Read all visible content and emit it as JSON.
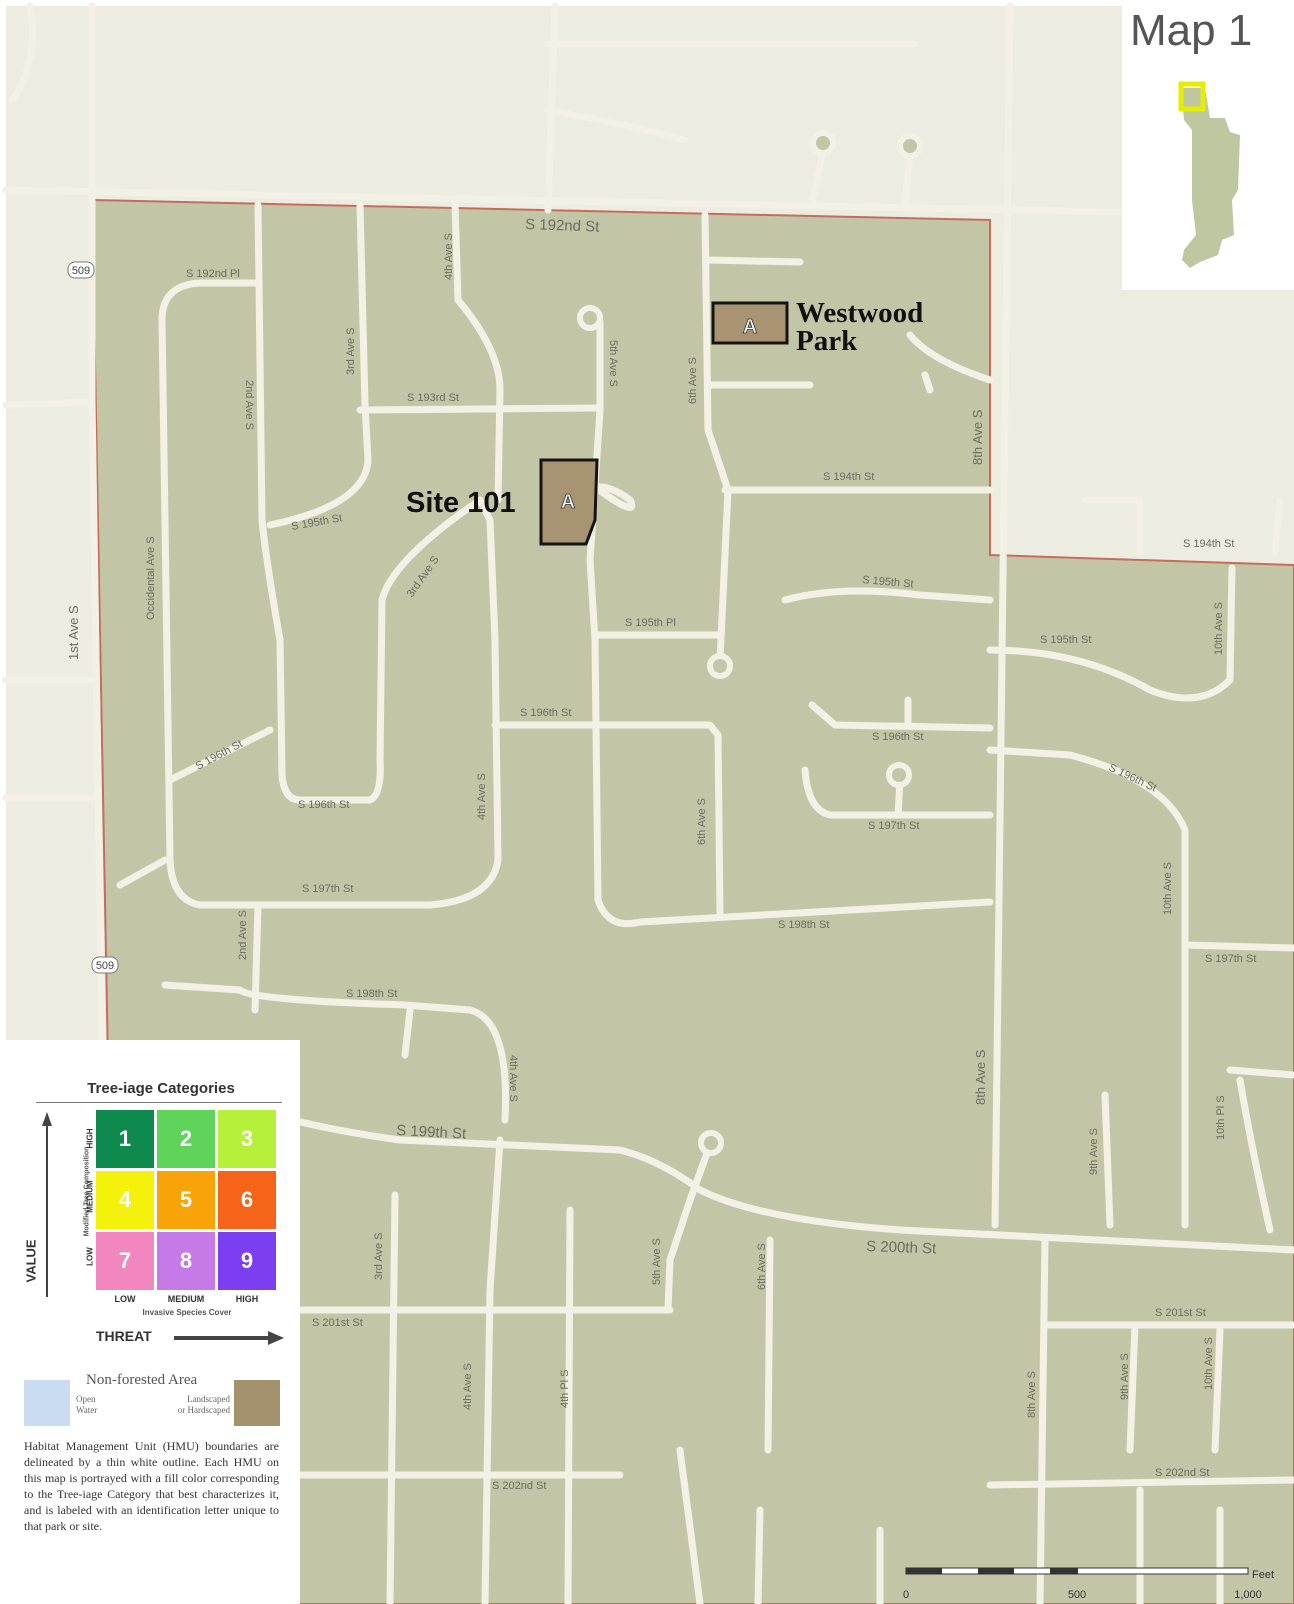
{
  "map": {
    "title": "Map 1",
    "colors": {
      "paper": "#ecece1",
      "study_area": "#c3c6a6",
      "boundary": "#c76c5a",
      "road": "#f3f1e6",
      "site_fill": "#a89373",
      "site_stroke": "#141414",
      "locator_land": "#bfc7a1",
      "locator_highlight": "#e5ee00"
    },
    "sites": [
      {
        "letter": "A",
        "name_line1": "Westwood",
        "name_line2": "Park"
      },
      {
        "letter": "A",
        "name_line1": "Site 101"
      }
    ],
    "highway_shields": [
      "509",
      "509"
    ],
    "street_labels": {
      "s192nd_st": "S 192nd St",
      "s192nd_pl": "S 192nd Pl",
      "s193rd_st": "S 193rd St",
      "s194th_st": "S 194th St",
      "s194th_st_east": "S 194th St",
      "s195th_st_w": "S 195th St",
      "s195th_st_e": "S 195th St",
      "s195th_pl": "S 195th Pl",
      "s195th_st_e2": "S 195th St",
      "s196th_st": "S 196th St",
      "s196th_st_e": "S 196th St",
      "s196th_st_e2": "S 196th St",
      "s196th_st_w": "S 196th St",
      "s196th_st_w2": "S 196th St",
      "s197th_st": "S 197th St",
      "s197th_st_e": "S 197th St",
      "s198th_st": "S 198th St",
      "s197th_st_far": "S 197th St",
      "s198th_st_w": "S 198th St",
      "s199th_st": "S 199th St",
      "s200th_st": "S 200th St",
      "s201st_st": "S 201st St",
      "s201st_st_e": "S 201st St",
      "s202nd_st": "S 202nd St",
      "s202nd_st_e": "S 202nd St",
      "ave_1st": "1st Ave S",
      "ave_2nd": "2nd Ave S",
      "ave_2nd_b": "2nd Ave S",
      "ave_3rd": "3rd Ave S",
      "ave_3rd_b": "3rd Ave S",
      "ave_3rd_c": "3rd Ave S",
      "ave_4th": "4th Ave S",
      "ave_4th_b": "4th Ave S",
      "ave_4th_c": "4th Ave S",
      "ave_4th_d": "4th Ave S",
      "ave_4th_pl": "4th Pl S",
      "ave_5th": "5th Ave S",
      "ave_5th_b": "5th Ave S",
      "ave_6th": "6th Ave S",
      "ave_6th_b": "6th Ave S",
      "ave_6th_c": "6th Ave S",
      "ave_8th": "8th Ave S",
      "ave_8th_b": "8th Ave S",
      "ave_8th_c": "8th Ave S",
      "ave_9th": "9th Ave S",
      "ave_9th_b": "9th Ave S",
      "ave_10th": "10th Ave S",
      "ave_10th_b": "10th Ave S",
      "ave_10th_c": "10th Ave S",
      "ave_10th_pl": "10th Pl S",
      "ave_occidental": "Occidental Ave S"
    },
    "scale_bar": {
      "unit": "Feet",
      "ticks": [
        "0",
        "500",
        "1,000"
      ]
    }
  },
  "legend": {
    "title": "Tree-iage Categories",
    "value_label": "VALUE",
    "value_sublabel": "Modified Tree Composition",
    "threat_label": "THREAT",
    "threat_sublabel": "Invasive Species Cover",
    "row_labels": [
      "HIGH",
      "MEDIUM",
      "LOW"
    ],
    "col_labels": [
      "LOW",
      "MEDIUM",
      "HIGH"
    ],
    "cells": [
      {
        "n": "1",
        "color": "#0f8a4f"
      },
      {
        "n": "2",
        "color": "#5fd35a"
      },
      {
        "n": "3",
        "color": "#b7f03a"
      },
      {
        "n": "4",
        "color": "#f4f20a"
      },
      {
        "n": "5",
        "color": "#f8a408"
      },
      {
        "n": "6",
        "color": "#f6641a"
      },
      {
        "n": "7",
        "color": "#f287c0"
      },
      {
        "n": "8",
        "color": "#c57ae8"
      },
      {
        "n": "9",
        "color": "#7b3ef0"
      }
    ],
    "non_forested": {
      "title": "Non-forested Area",
      "open_water_line1": "Open",
      "open_water_line2": "Water",
      "landscaped_line1": "Landscaped",
      "landscaped_line2": "or Hardscaped",
      "water_color": "#c9dcf2",
      "landscaped_color": "#a4916e"
    },
    "note": "Habitat Management Unit (HMU) boundaries are delineated by a thin white outline. Each HMU on this map is portrayed with a fill color corresponding to the Tree-iage Category that best characterizes it, and is labeled with an identification letter unique to that park or site."
  }
}
